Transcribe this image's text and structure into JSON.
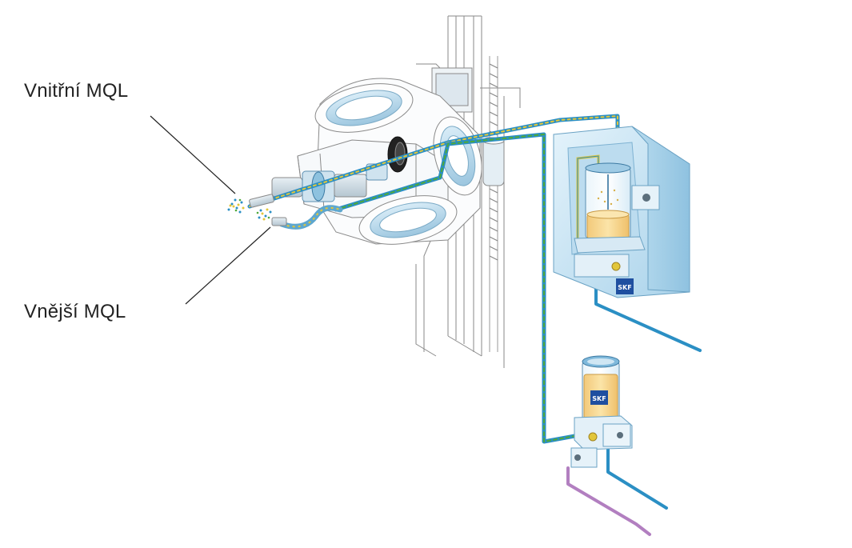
{
  "labels": {
    "internal_mql": "Vnitřní MQL",
    "external_mql": "Vnější MQL"
  },
  "logos": {
    "skf_upper": "SKF",
    "skf_lower": "SKF"
  },
  "colors": {
    "line_blue": "#2b8fc4",
    "line_green": "#4fa93a",
    "line_yellow": "#e2c63a",
    "line_purple": "#b27fc0",
    "oil": "#f6d98e",
    "cabinet": "#cfe8f5",
    "skf_blue": "#1f4fa0"
  },
  "icons": [
    "spindle-head-icon",
    "mql-tank-cabinet-icon",
    "mql-pump-unit-icon",
    "skf-logo-icon"
  ]
}
